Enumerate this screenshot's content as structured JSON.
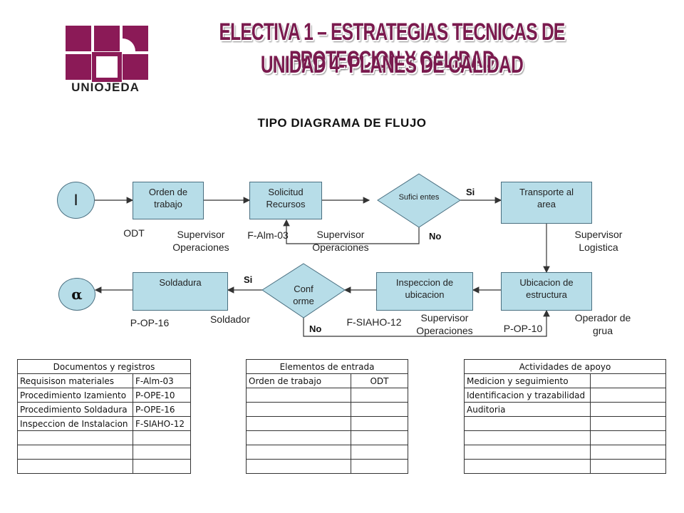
{
  "header": {
    "logo_text": "UNIOJEDA",
    "title_line1": "ELECTIVA 1 – ESTRATEGIAS TECNICAS DE PROTECCION Y CALIDAD",
    "title_line2": "UNIDAD 4- PLANES DE CALIDAD",
    "accent_color": "#7a1a4e"
  },
  "diagram": {
    "subtitle": "TIPO DIAGRAMA DE FLUJO",
    "start_symbol": "I",
    "end_symbol": "α",
    "box_color": "#b7dde8",
    "nodes": {
      "orden": "Orden de trabajo",
      "solicitud": "Solicitud Recursos",
      "suficientes": "Sufici entes",
      "transporte": "Transporte al area",
      "ubicacion": "Ubicacion de estructura",
      "inspeccion": "Inspeccion de ubicacion",
      "conforme": "Conf orme",
      "soldadura": "Soldadura"
    },
    "labels": {
      "odt": "ODT",
      "sup_op_1": "Supervisor Operaciones",
      "falm": "F-Alm-03",
      "sup_op_2": "Supervisor Operaciones",
      "no1": "No",
      "si1": "Si",
      "sup_log": "Supervisor Logistica",
      "operador": "Operador de grua",
      "pop10": "P-OP-10",
      "sup_op_3": "Supervisor Operaciones",
      "fsiaho": "F-SIAHO-12",
      "no2": "No",
      "si2": "Si",
      "soldador": "Soldador",
      "pop16": "P-OP-16"
    }
  },
  "tables": {
    "documentos": {
      "header": "Documentos y registros",
      "rows": [
        [
          "Requisison materiales",
          "F-Alm-03"
        ],
        [
          "Procedimiento Izamiento",
          "P-OPE-10"
        ],
        [
          "Procedimiento Soldadura",
          "P-OPE-16"
        ],
        [
          "Inspeccion de Instalacion",
          "F-SIAHO-12"
        ],
        [
          "",
          ""
        ],
        [
          "",
          ""
        ],
        [
          "",
          ""
        ]
      ]
    },
    "entrada": {
      "header": "Elementos de entrada",
      "rows": [
        [
          "Orden de trabajo",
          "ODT"
        ],
        [
          "",
          ""
        ],
        [
          "",
          ""
        ],
        [
          "",
          ""
        ],
        [
          "",
          ""
        ],
        [
          "",
          ""
        ],
        [
          "",
          ""
        ]
      ]
    },
    "apoyo": {
      "header": "Actividades de apoyo",
      "rows": [
        [
          "Medicion y seguimiento",
          ""
        ],
        [
          "Identificacion y trazabilidad",
          ""
        ],
        [
          "Auditoria",
          ""
        ],
        [
          "",
          ""
        ],
        [
          "",
          ""
        ],
        [
          "",
          ""
        ],
        [
          "",
          ""
        ]
      ]
    }
  }
}
